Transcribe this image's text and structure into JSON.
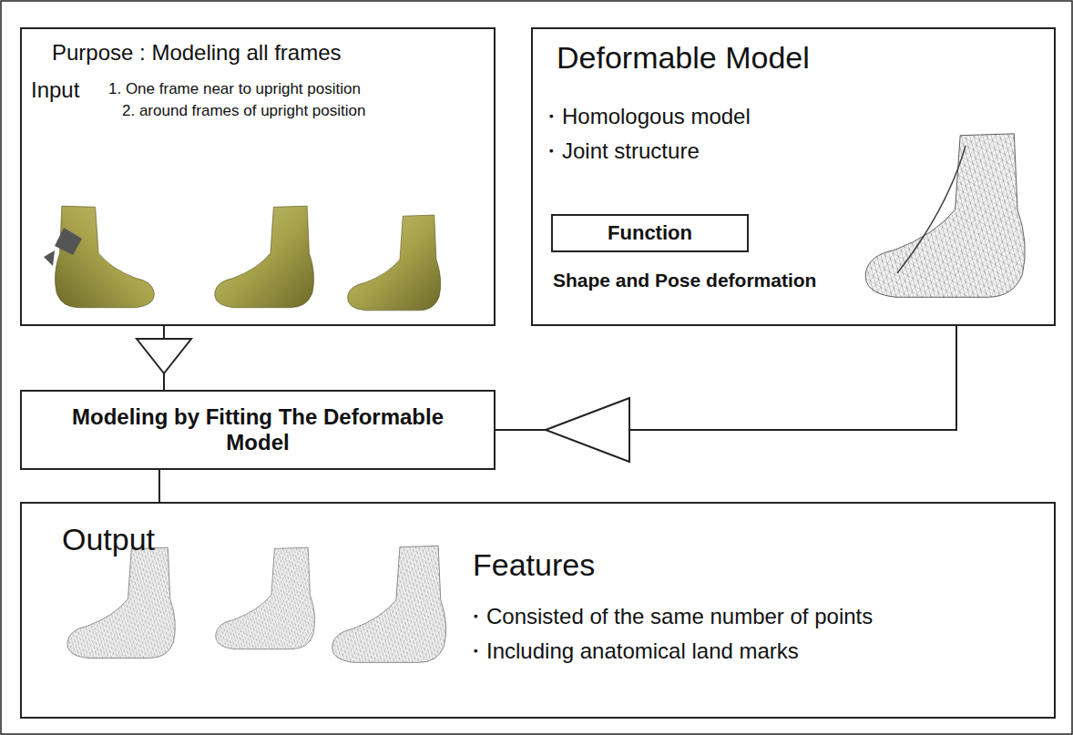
{
  "diagram": {
    "nodes": [
      {
        "text": [
          "Purpose : Modeling all frames",
          "Input",
          "1. One frame near to upright position",
          "2. around frames of upright position"
        ]
      },
      {
        "text": [
          "Deformable Model",
          "・Homologous model",
          "・Joint structure",
          "Shape and Pose deformation"
        ]
      },
      {
        "text": [
          "Function"
        ],
        "in": 1
      },
      {
        "text": [
          "Modeling by Fitting The Deformable Model"
        ]
      },
      {
        "text": [
          "Output",
          "Features",
          "・Consisted of the same number of points",
          "・Including anatomical land marks"
        ]
      }
    ],
    "edges": [
      {
        "from": 0,
        "to": 3,
        "arrow": "to"
      },
      {
        "from": 1,
        "to": 3,
        "arrow": "to"
      },
      {
        "from": 3,
        "to": 4,
        "arrow": "none"
      }
    ]
  }
}
